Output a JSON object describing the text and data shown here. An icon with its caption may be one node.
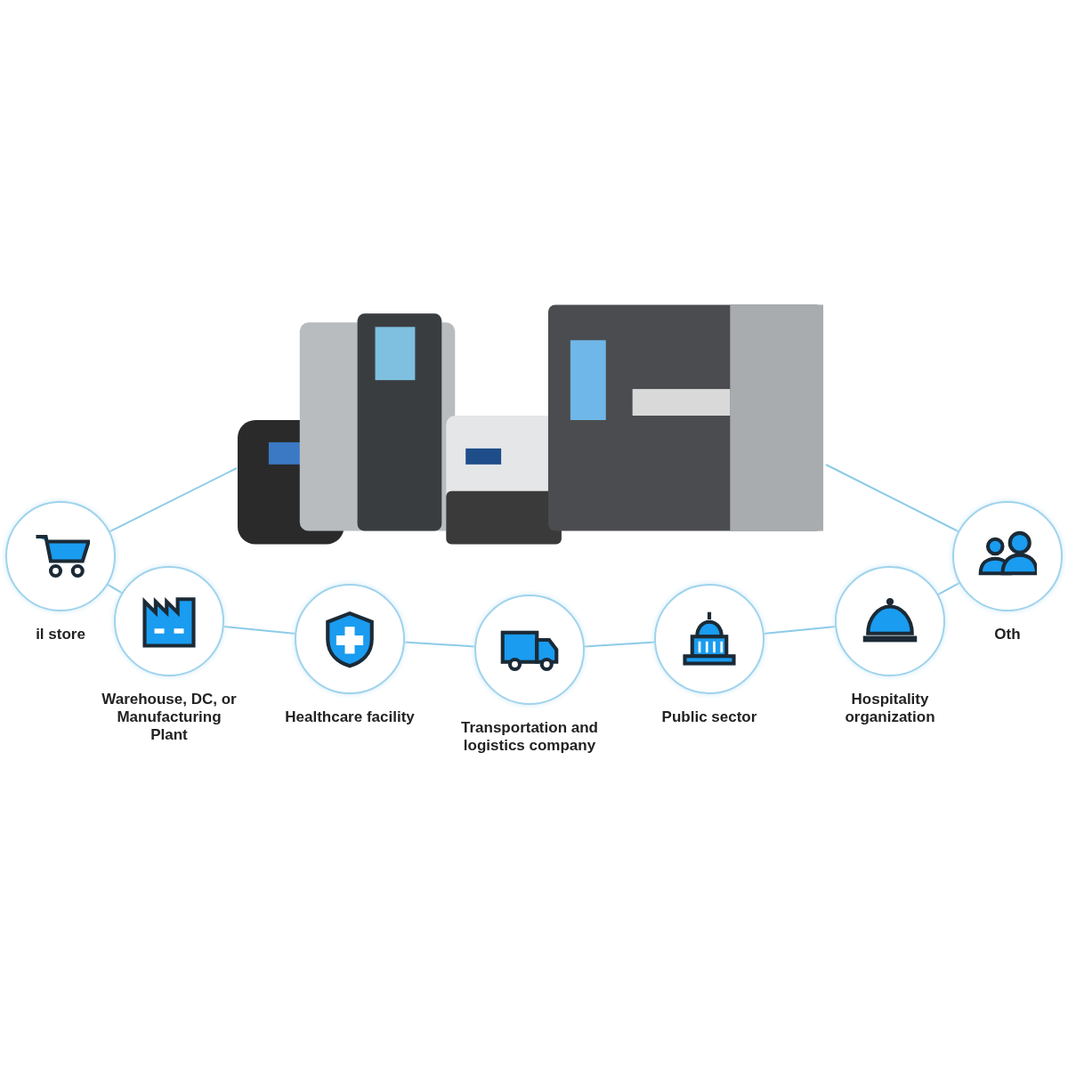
{
  "diagram": {
    "nodes": [
      {
        "text": [],
        "shape": "picture"
      },
      {
        "text": [
          "il store"
        ]
      },
      {
        "text": [
          "Warehouse, DC, or Manufacturing Plant"
        ]
      },
      {
        "text": [
          "Healthcare facility"
        ]
      },
      {
        "text": [
          "Transportation and logistics company"
        ]
      },
      {
        "text": [
          "Public sector"
        ]
      },
      {
        "text": [
          "Hospitality organization"
        ]
      },
      {
        "text": [
          "Oth"
        ]
      }
    ],
    "edges": [
      {
        "from": 0,
        "to": 1,
        "arrow": "none"
      },
      {
        "from": 1,
        "to": 2,
        "arrow": "none"
      },
      {
        "from": 2,
        "to": 3,
        "arrow": "none"
      },
      {
        "from": 3,
        "to": 4,
        "arrow": "none"
      },
      {
        "from": 4,
        "to": 5,
        "arrow": "none"
      },
      {
        "from": 5,
        "to": 6,
        "arrow": "none"
      },
      {
        "from": 6,
        "to": 7,
        "arrow": "none"
      },
      {
        "from": 7,
        "to": 0,
        "arrow": "none"
      }
    ]
  }
}
